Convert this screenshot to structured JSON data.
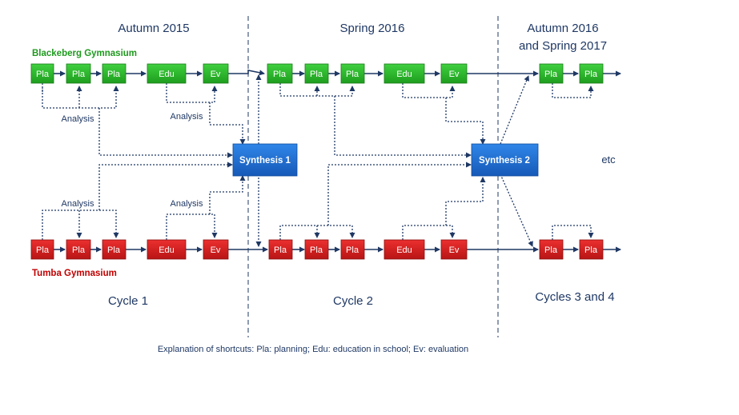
{
  "periods": {
    "autumn_2015": "Autumn 2015",
    "spring_2016": "Spring 2016",
    "autumn_2016_line1": "Autumn 2016",
    "autumn_2016_line2": "and Spring 2017"
  },
  "schools": {
    "top": "Blackeberg Gymnasium",
    "bottom": "Tumba Gymnasium"
  },
  "boxes": {
    "pla": "Pla",
    "edu": "Edu",
    "ev": "Ev"
  },
  "synthesis": {
    "one": "Synthesis 1",
    "two": "Synthesis 2"
  },
  "analysis_label": "Analysis",
  "etc_label": "etc",
  "cycles": {
    "c1": "Cycle 1",
    "c2": "Cycle 2",
    "c34": "Cycles 3 and 4"
  },
  "legend": "Explanation of shortcuts: Pla: planning; Edu: education in school; Ev: evaluation",
  "colors": {
    "green": "#2db52d",
    "red": "#d42020",
    "blue": "#1f6fd1",
    "navy": "#1f3864"
  }
}
